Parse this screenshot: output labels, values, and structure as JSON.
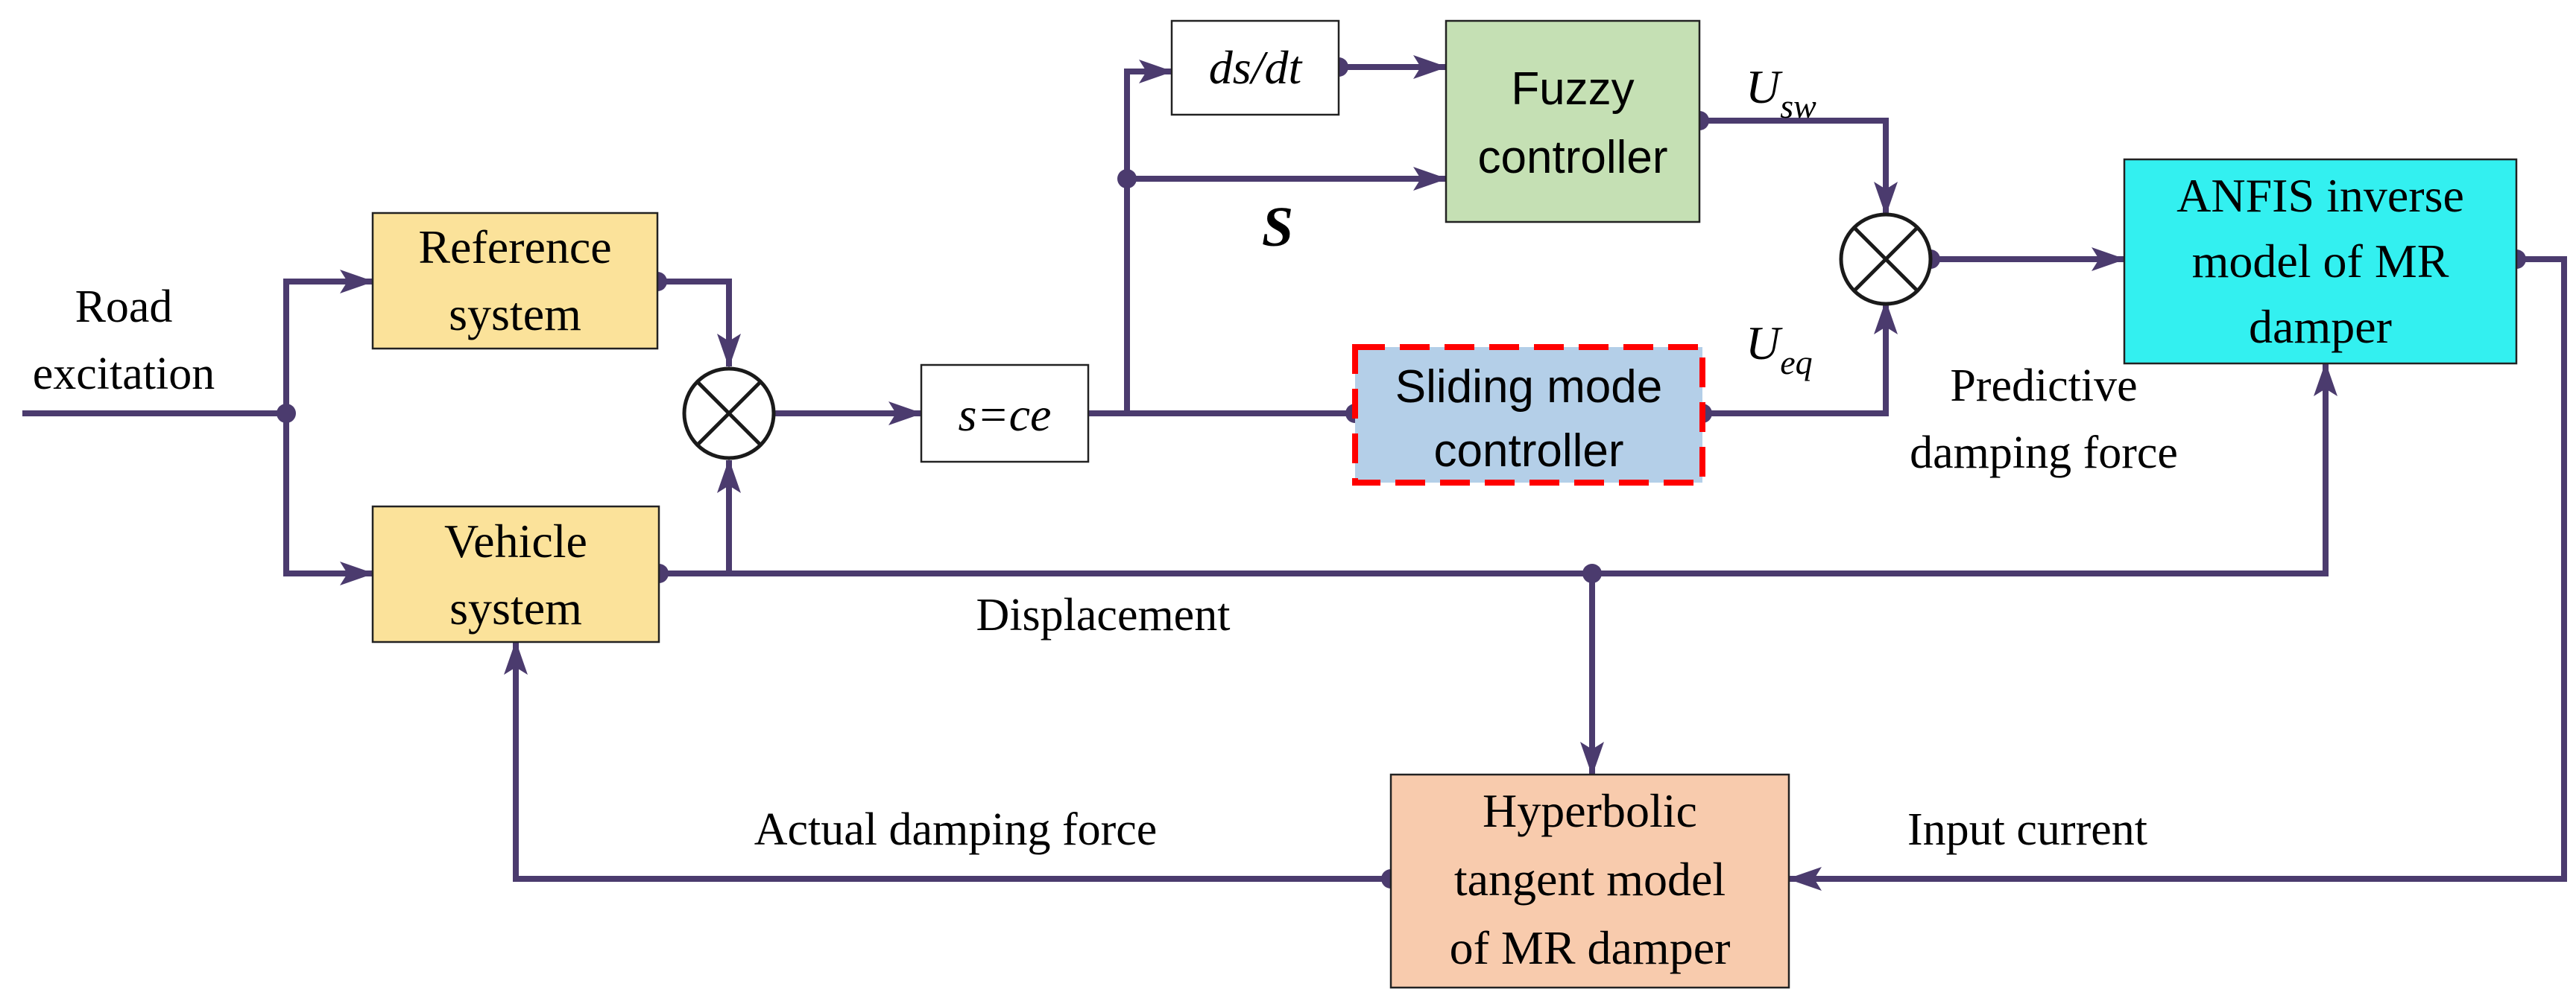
{
  "colors": {
    "wire": "#4b3b6e",
    "reference_fill": "#fbe29a",
    "vehicle_fill": "#fbe29a",
    "fuzzy_fill": "#c5e0b4",
    "sliding_fill": "#b4cfe8",
    "sliding_border": "#ff0000",
    "anfis_fill": "#33f0f0",
    "hyperbolic_fill": "#f8cbad",
    "small_block_fill": "#ffffff"
  },
  "blocks": {
    "reference": {
      "line1": "Reference",
      "line2": "system"
    },
    "vehicle": {
      "line1": "Vehicle",
      "line2": "system"
    },
    "error": {
      "label": "s=ce"
    },
    "derivative": {
      "label": "ds/dt"
    },
    "fuzzy": {
      "line1": "Fuzzy",
      "line2": "controller"
    },
    "sliding": {
      "line1": "Sliding mode",
      "line2": "controller"
    },
    "anfis": {
      "line1": "ANFIS inverse",
      "line2": "model of MR",
      "line3": "damper"
    },
    "hyperbolic": {
      "line1": "Hyperbolic",
      "line2": "tangent model",
      "line3": "of MR damper"
    }
  },
  "labels": {
    "road_line1": "Road",
    "road_line2": "excitation",
    "s_signal": "S",
    "u_sw_base": "U",
    "u_sw_sub": "sw",
    "u_eq_base": "U",
    "u_eq_sub": "eq",
    "predictive_line1": "Predictive",
    "predictive_line2": "damping force",
    "displacement": "Displacement",
    "actual_force": "Actual damping force",
    "input_current": "Input current"
  }
}
